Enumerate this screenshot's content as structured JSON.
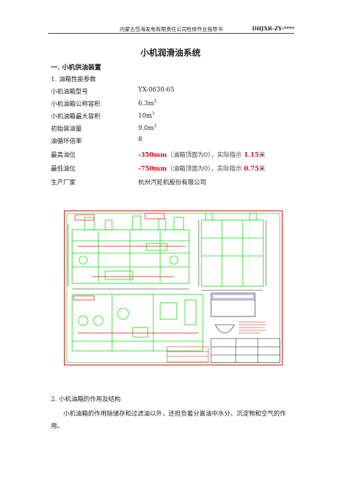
{
  "header": {
    "company": "内蒙古岱海发电有限责任公司检修作业指导书",
    "doc_code": "DHJXB-ZY-****"
  },
  "title": "小机润滑油系统",
  "section1": {
    "heading": "一. 小机供油装置",
    "sub_heading": "1. 油箱性能参数",
    "params": [
      {
        "label": "小机油箱型号",
        "value": "YX-0630-65"
      },
      {
        "label": "小机油箱公称容积",
        "value": "6.3m",
        "sup": "3"
      },
      {
        "label": "小机油箱最大容积",
        "value": "10m",
        "sup": "3"
      },
      {
        "label": "初始装油量",
        "value": "9.0m",
        "sup": "3"
      },
      {
        "label": "油循环倍率",
        "value": "8"
      }
    ],
    "oil_levels": [
      {
        "label": "最高油位",
        "value": "-350mm",
        "note": "（油箱顶面为0），实际指示",
        "actual": "1.15",
        "unit": "米"
      },
      {
        "label": "最低油位",
        "value": "-750mm",
        "note": "（油箱顶面为0），实际指示",
        "actual": "0.75",
        "unit": "米"
      }
    ],
    "manufacturer": {
      "label": "生产厂家",
      "value": "杭州汽轮机股份有限公司"
    }
  },
  "section2": {
    "heading": "2. 小机油箱的作用及结构",
    "paragraph": "小机油箱的作用除储存和过滤油以外，还担负着分离油中水分、沉淀物和空气的作用。"
  },
  "colors": {
    "drawing_outline": "#e00000",
    "drawing_lines": "#00dd00",
    "drawing_accent": "#0000cc",
    "highlight_red": "#e3001b"
  }
}
